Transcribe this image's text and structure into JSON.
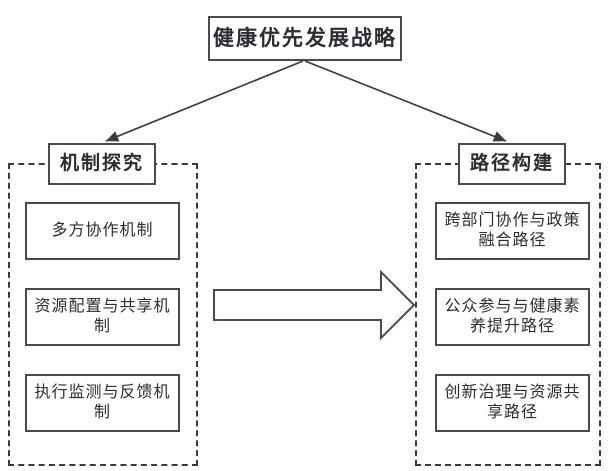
{
  "diagram": {
    "title": "健康优先发展战略",
    "groups": [
      {
        "id": "mechanism",
        "header": "机制探究",
        "items": [
          "多方协作机制",
          "资源配置与共享机制",
          "执行监测与反馈机制"
        ]
      },
      {
        "id": "pathway",
        "header": "路径构建",
        "items": [
          "跨部门协作与政策融合路径",
          "公众参与与健康素养提升路径",
          "创新治理与资源共享路径"
        ]
      }
    ],
    "connectors": {
      "title_to_left": "arrow",
      "title_to_right": "arrow",
      "left_to_right": "block-arrow-right"
    },
    "colors": {
      "background": "#ffffff",
      "box_border": "#4a4a50",
      "dashed_border": "#3a3a40",
      "text": "#2c2c33",
      "line": "#3a3a40"
    }
  }
}
